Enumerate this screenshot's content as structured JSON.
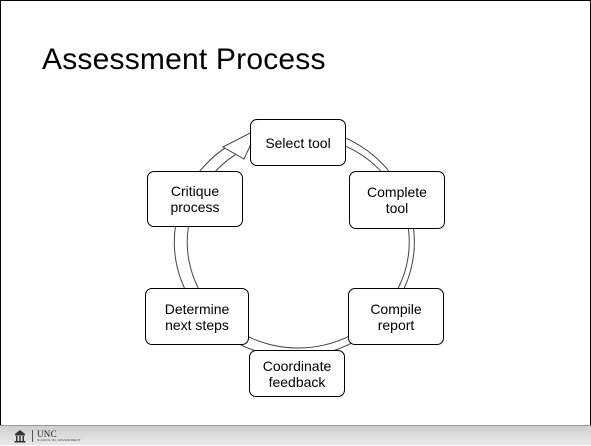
{
  "slide": {
    "title": "Assessment Process"
  },
  "cycle": {
    "steps": [
      {
        "id": "select-tool",
        "label": "Select tool"
      },
      {
        "id": "complete-tool",
        "label": "Complete\ntool"
      },
      {
        "id": "compile-report",
        "label": "Compile\nreport"
      },
      {
        "id": "coordinate-feedback",
        "label": "Coordinate\nfeedback"
      },
      {
        "id": "determine-next-steps",
        "label": "Determine\nnext steps"
      },
      {
        "id": "critique-process",
        "label": "Critique\nprocess"
      }
    ]
  },
  "footer": {
    "org_name": "UNC",
    "org_subtitle": "SCHOOL OF GOVERNMENT",
    "logo_icon": "old-well-icon"
  }
}
